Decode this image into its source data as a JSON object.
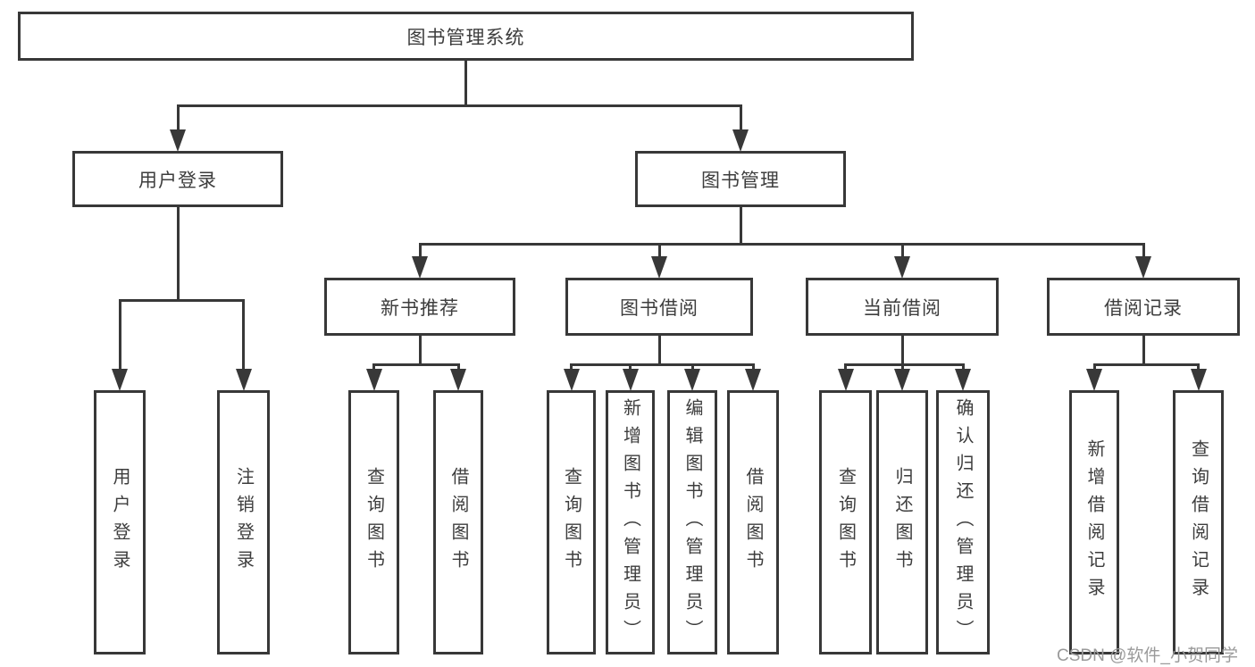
{
  "diagram_title": "图书管理系统",
  "nodes": [
    {
      "id": "root",
      "label": "图书管理系统",
      "parent": null
    },
    {
      "id": "user-login",
      "label": "用户登录",
      "parent": "root"
    },
    {
      "id": "book-mgmt",
      "label": "图书管理",
      "parent": "root"
    },
    {
      "id": "new-book-rec",
      "label": "新书推荐",
      "parent": "book-mgmt"
    },
    {
      "id": "book-borrow",
      "label": "图书借阅",
      "parent": "book-mgmt"
    },
    {
      "id": "current-borrow",
      "label": "当前借阅",
      "parent": "book-mgmt"
    },
    {
      "id": "borrow-record",
      "label": "借阅记录",
      "parent": "book-mgmt"
    },
    {
      "id": "login-leaf",
      "label": "用户登录",
      "parent": "user-login"
    },
    {
      "id": "logout-leaf",
      "label": "注销登录",
      "parent": "user-login"
    },
    {
      "id": "query-book-a",
      "label": "查询图书",
      "parent": "new-book-rec"
    },
    {
      "id": "borrow-book-a",
      "label": "借阅图书",
      "parent": "new-book-rec"
    },
    {
      "id": "query-book-b",
      "label": "查询图书",
      "parent": "book-borrow"
    },
    {
      "id": "add-book",
      "label": "新增图书（管理员）",
      "parent": "book-borrow"
    },
    {
      "id": "edit-book",
      "label": "编辑图书（管理员）",
      "parent": "book-borrow"
    },
    {
      "id": "borrow-book-b",
      "label": "借阅图书",
      "parent": "book-borrow"
    },
    {
      "id": "query-book-c",
      "label": "查询图书",
      "parent": "current-borrow"
    },
    {
      "id": "return-book",
      "label": "归还图书",
      "parent": "current-borrow"
    },
    {
      "id": "confirm-return",
      "label": "确认归还（管理员）",
      "parent": "current-borrow"
    },
    {
      "id": "add-borrow-record",
      "label": "新增借阅记录",
      "parent": "borrow-record"
    },
    {
      "id": "query-borrow-record",
      "label": "查询借阅记录",
      "parent": "borrow-record"
    }
  ],
  "watermark": {
    "text": "CSDN @软件_小贺同学"
  },
  "colors": {
    "line": "#383838",
    "border": "#383838",
    "text": "#3d3d3d",
    "background": "#ffffff",
    "watermark": "#9a9a9a"
  }
}
